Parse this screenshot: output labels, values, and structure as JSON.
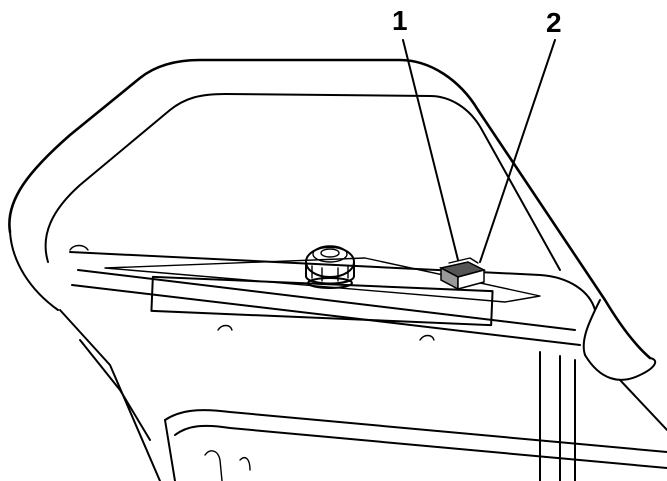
{
  "callouts": [
    {
      "label": "1",
      "part": "switch-left"
    },
    {
      "label": "2",
      "part": "switch-right"
    }
  ],
  "colors": {
    "line": "#000000",
    "background": "#ffffff",
    "switch_fill": "#555555"
  }
}
